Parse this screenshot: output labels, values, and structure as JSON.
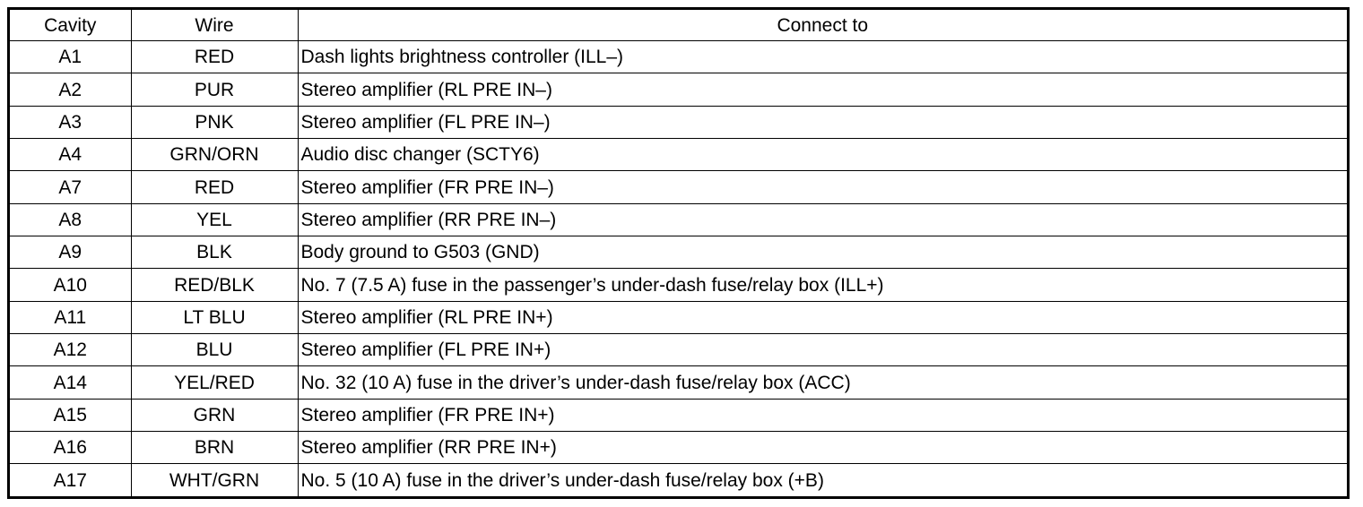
{
  "table": {
    "headers": {
      "cavity": "Cavity",
      "wire": "Wire",
      "connect": "Connect to"
    },
    "rows": [
      {
        "cavity": "A1",
        "wire": "RED",
        "connect": "Dash lights brightness controller (ILL–)"
      },
      {
        "cavity": "A2",
        "wire": "PUR",
        "connect": "Stereo amplifier (RL PRE IN–)"
      },
      {
        "cavity": "A3",
        "wire": "PNK",
        "connect": "Stereo amplifier (FL PRE IN–)"
      },
      {
        "cavity": "A4",
        "wire": "GRN/ORN",
        "connect": "Audio disc changer (SCTY6)"
      },
      {
        "cavity": "A7",
        "wire": "RED",
        "connect": "Stereo amplifier (FR PRE IN–)"
      },
      {
        "cavity": "A8",
        "wire": "YEL",
        "connect": "Stereo amplifier (RR PRE IN–)"
      },
      {
        "cavity": "A9",
        "wire": "BLK",
        "connect": "Body ground to G503 (GND)"
      },
      {
        "cavity": "A10",
        "wire": "RED/BLK",
        "connect": "No. 7 (7.5 A) fuse in the passenger’s under-dash fuse/relay box (ILL+)"
      },
      {
        "cavity": "A11",
        "wire": "LT BLU",
        "connect": "Stereo amplifier (RL PRE IN+)"
      },
      {
        "cavity": "A12",
        "wire": "BLU",
        "connect": "Stereo amplifier (FL PRE IN+)"
      },
      {
        "cavity": "A14",
        "wire": "YEL/RED",
        "connect": "No. 32 (10 A) fuse in the driver’s under-dash fuse/relay box (ACC)"
      },
      {
        "cavity": "A15",
        "wire": "GRN",
        "connect": "Stereo amplifier (FR PRE IN+)"
      },
      {
        "cavity": "A16",
        "wire": "BRN",
        "connect": "Stereo amplifier (RR PRE IN+)"
      },
      {
        "cavity": "A17",
        "wire": "WHT/GRN",
        "connect": "No. 5 (10 A) fuse in the driver’s under-dash fuse/relay box (+B)"
      }
    ]
  }
}
